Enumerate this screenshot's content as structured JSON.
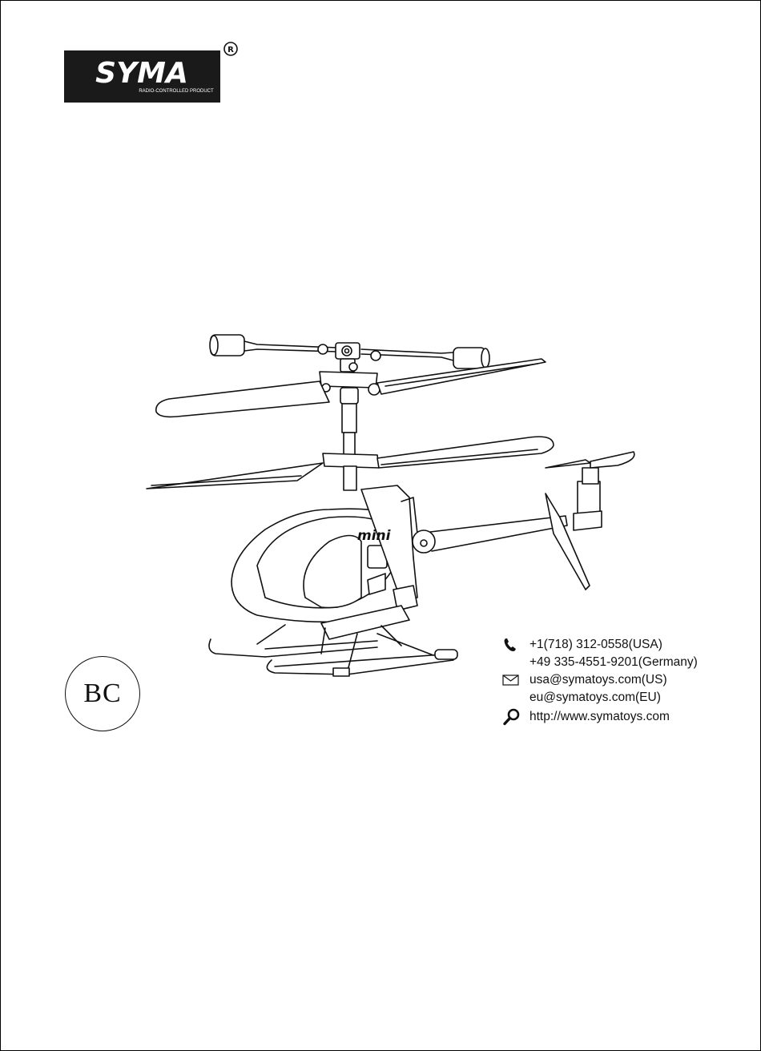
{
  "brand": {
    "name": "SYMA",
    "tagline": "RADIO-CONTROLLED PRODUCT",
    "registered_mark": "®",
    "colors": {
      "logo_bg": "#1a1a1a",
      "logo_text": "#ffffff"
    }
  },
  "model": {
    "badge_text": "BC",
    "fuselage_label": "mini"
  },
  "contact": {
    "phone": {
      "icon": "phone-icon",
      "lines": [
        "+1(718) 312-0558(USA)",
        "+49 335-4551-9201(Germany)"
      ]
    },
    "email": {
      "icon": "envelope-icon",
      "lines": [
        "usa@symatoys.com(US)",
        "eu@symatoys.com(EU)"
      ]
    },
    "web": {
      "icon": "magnifier-icon",
      "lines": [
        "http://www.symatoys.com"
      ]
    }
  }
}
